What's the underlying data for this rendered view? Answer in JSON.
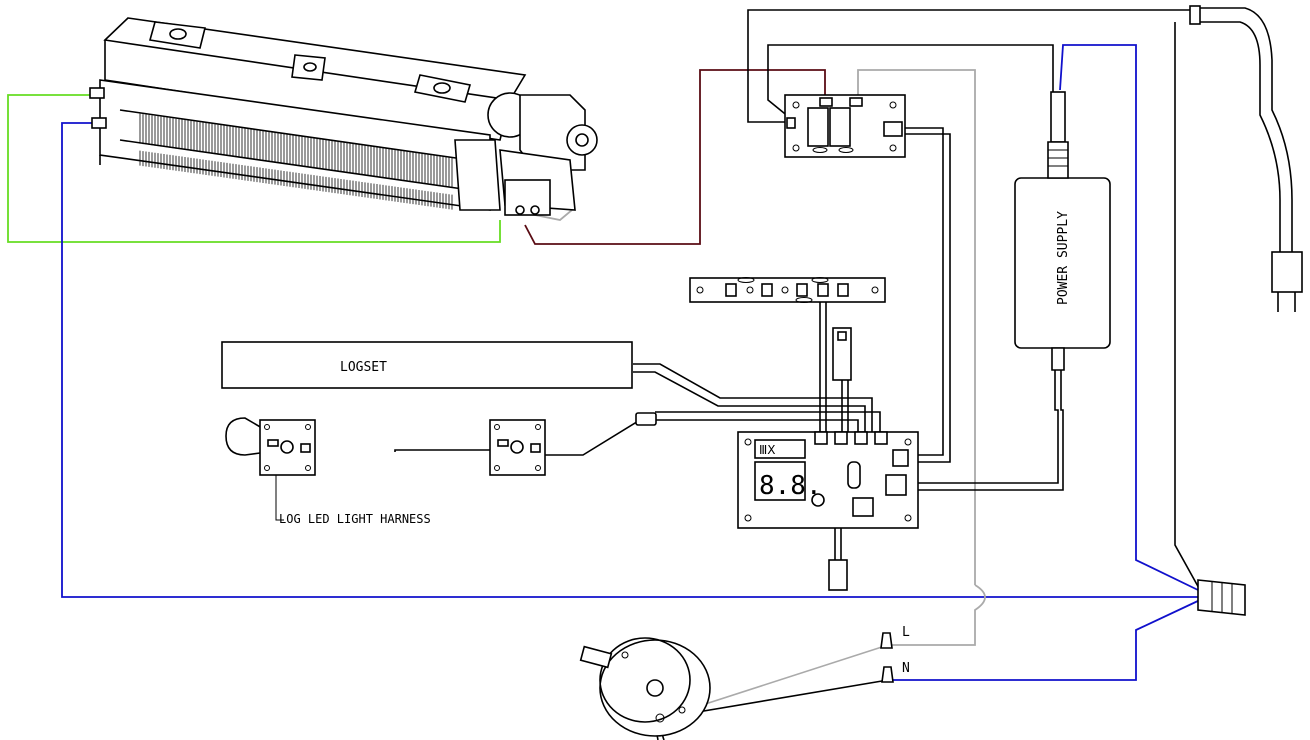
{
  "labels": {
    "power_supply": "POWER SUPPLY",
    "logset": "LOGSET",
    "log_led_light_harness": "LOG LED LIGHT HARNESS",
    "line_terminal": "L",
    "neutral_terminal": "N",
    "display_digits": "8.8."
  },
  "wire_colors": {
    "green": "#66dd22",
    "blue": "#1010cc",
    "gray": "#aaaaaa",
    "maroon": "#5a0c14",
    "black": "#000000"
  }
}
